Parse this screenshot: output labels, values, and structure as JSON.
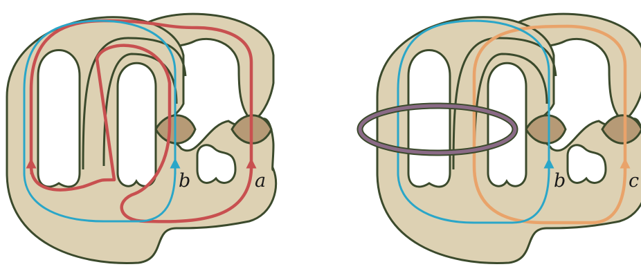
{
  "colors": {
    "surface": "#ddd1b3",
    "outline": "#3b4a2c",
    "twist": "#b69a76",
    "curve_red": "#c85050",
    "curve_blue": "#2aa6c8",
    "curve_orange": "#e9a36a",
    "loop_purple": "#8a6a86"
  },
  "left_figure": {
    "labels": {
      "a": "a",
      "b": "b"
    }
  },
  "right_figure": {
    "labels": {
      "b": "b",
      "c": "c"
    }
  }
}
